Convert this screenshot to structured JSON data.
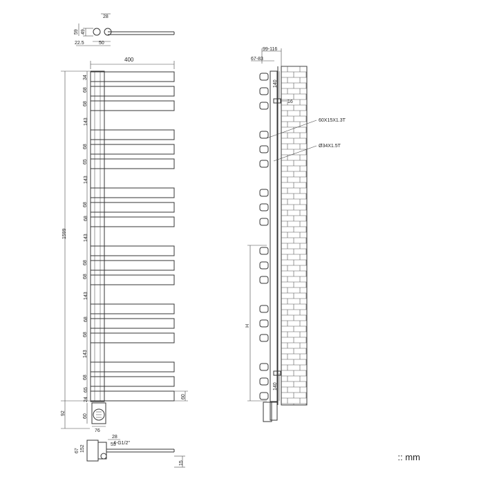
{
  "unit_label": ":: mm",
  "front_view": {
    "width_label": "400",
    "height_label": "1599",
    "bar_spacing_labels": [
      "34",
      "68",
      "68",
      "143",
      "68",
      "65",
      "143",
      "68",
      "68",
      "143",
      "68",
      "68",
      "143",
      "68",
      "68",
      "143",
      "68",
      "65",
      "24"
    ],
    "bottom_right_label": "60",
    "bottom_left_label": "92",
    "heater_labels": [
      "60",
      "76"
    ]
  },
  "top_detail": {
    "labels": [
      "28",
      "59",
      "49",
      "22.5",
      "50"
    ]
  },
  "bottom_detail": {
    "labels": [
      "28",
      "67",
      "53",
      "152",
      "4-G1/2\"",
      "15"
    ]
  },
  "side_view": {
    "depth_range_label": "99-116",
    "offset_range_label": "67-83",
    "top_gap_label": "140",
    "bracket_label": "16",
    "bar_spec_label": "60X15X1.3T",
    "pipe_spec_label": "Ø34X1.5T",
    "bottom_gap_label": "140",
    "heater_height_label": "H"
  }
}
